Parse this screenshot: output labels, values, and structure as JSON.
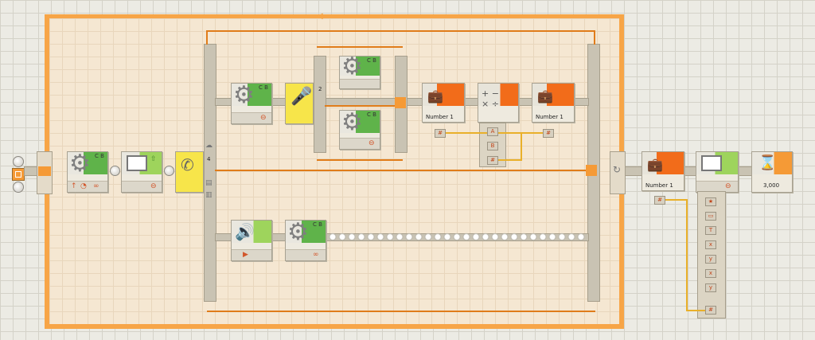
{
  "palette": {
    "loop_beam": "#f7a547",
    "data_wire": "#e9b02a",
    "motor_block": "#5fb34a",
    "display_block": "#9ed45c",
    "sound_sensor_block": "#f7e54a",
    "variable_block": "#f26c1a"
  },
  "blocks": {
    "motor1": {
      "ports": "C B",
      "icon": "gears-icon"
    },
    "motor2": {
      "ports": "C B",
      "icon": "gears-icon"
    },
    "motor3": {
      "ports": "C B",
      "icon": "gears-icon"
    },
    "motor4": {
      "ports": "C B",
      "icon": "gears-icon"
    },
    "motor5": {
      "ports": "C B",
      "icon": "gears-icon"
    },
    "switch_main": {
      "case_count": "4"
    },
    "switch_inner": {
      "case_count": "2"
    },
    "variable1": {
      "name": "Number 1"
    },
    "variable2": {
      "name": "Number 1"
    },
    "variable3": {
      "name": "Number 1"
    },
    "wait": {
      "time": "3,000"
    }
  }
}
